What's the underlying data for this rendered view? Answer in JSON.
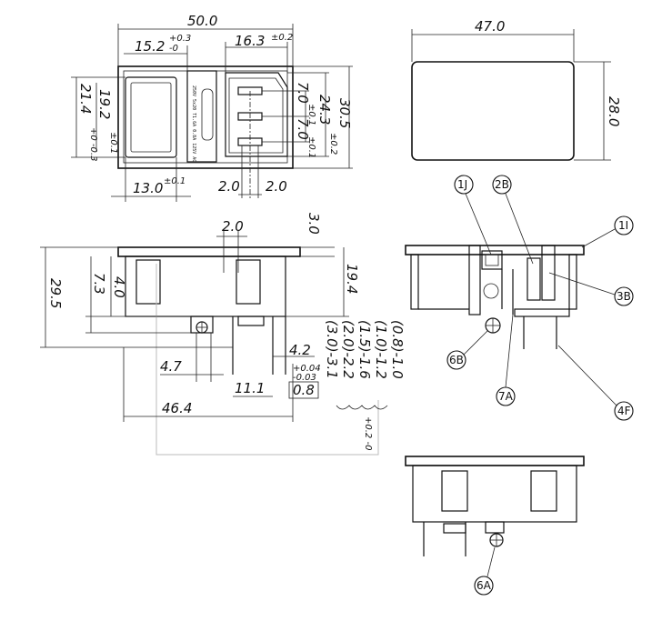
{
  "front_view": {
    "overall_width": "50.0",
    "switch_offset": "15.2",
    "switch_offset_tol_plus": "+0.3",
    "switch_offset_tol_minus": "-0",
    "inlet_width": "16.3",
    "inlet_width_tol": "±0.2",
    "height_21_4": "21.4",
    "height_21_4_tol": "+0 -0.3",
    "height_19_2": "19.2",
    "height_19_2_tol": "±0.1",
    "pin_spacing_a": "7.0",
    "pin_spacing_a_tol": "±0.1",
    "pin_spacing_b": "7.0",
    "pin_spacing_b_tol": "±0.1",
    "inlet_height": "24.3",
    "inlet_height_tol": "±0.2",
    "overall_height": "30.5",
    "switch_width": "13.0",
    "switch_width_tol": "±0.1",
    "pin_gap_left": "2.0",
    "pin_gap_right": "2.0",
    "fuse_text": "250V 5x20 T1.6A 0.8A 125V AC"
  },
  "cutout": {
    "width": "47.0",
    "height": "28.0"
  },
  "side_view": {
    "pin_thickness": "2.0",
    "flange": "3.0",
    "depth_19_4": "19.4",
    "depth_29_5": "29.5",
    "dim_7_3": "7.3",
    "dim_4_0": "4.0",
    "dim_4_2": "4.2",
    "dim_4_7": "4.7",
    "dim_11_1": "11.1",
    "dim_0_8": "0.8",
    "tol_plus": "+0.04",
    "tol_minus": "-0.03",
    "dim_46_4": "46.4",
    "panel_1": "(0.8)-1.0",
    "panel_2": "(1.0)-1.2",
    "panel_3": "(1.5)-1.6",
    "panel_4": "(2.0)-2.2",
    "panel_5": "(3.0)-3.1",
    "panel_tol": "+0.2 -0"
  },
  "callouts": {
    "c1j": "1J",
    "c2b": "2B",
    "c1i": "1I",
    "c3b": "3B",
    "c6b": "6B",
    "c7a": "7A",
    "c4f": "4F",
    "c6a": "6A"
  }
}
